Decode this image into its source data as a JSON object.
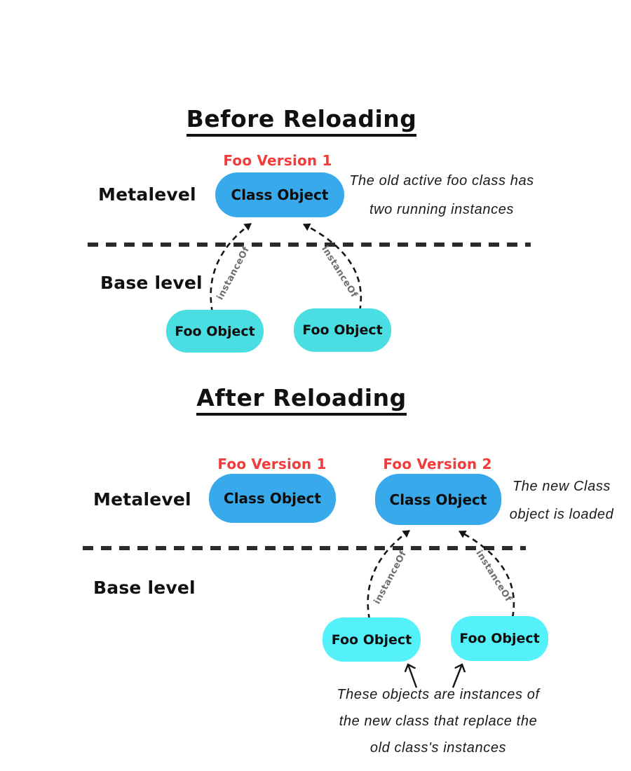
{
  "colors": {
    "class_box_fill": "#38a9ea",
    "foo_box_before_fill": "#4adde2",
    "foo_box_after_fill": "#55f1fb",
    "version_label_red": "#f23b3b",
    "separator_line": "#2b2b2b",
    "instanceof_gray": "#6e6e6e"
  },
  "before": {
    "title": "Before Reloading",
    "version_label": "Foo Version 1",
    "class_box_label": "Class Object",
    "metalevel_label": "Metalevel",
    "baselevel_label": "Base level",
    "note_line1": "The old active foo class has",
    "note_line2": "two running instances",
    "foo_objects": [
      "Foo Object",
      "Foo Object"
    ],
    "instanceof_label_left": "instanceOf",
    "instanceof_label_right": "instanceOf"
  },
  "after": {
    "title": "After Reloading",
    "version1_label": "Foo Version 1",
    "version2_label": "Foo Version 2",
    "class_box1_label": "Class Object",
    "class_box2_label": "Class Object",
    "metalevel_label": "Metalevel",
    "baselevel_label": "Base level",
    "note_line1": "The new Class",
    "note_line2": "object is loaded",
    "foo_objects": [
      "Foo Object",
      "Foo Object"
    ],
    "instanceof_label_left": "instanceOf",
    "instanceof_label_right": "instanceOf",
    "bottom_note_line1": "These objects are instances of",
    "bottom_note_line2": "the new class that replace the",
    "bottom_note_line3": "old class's instances"
  }
}
